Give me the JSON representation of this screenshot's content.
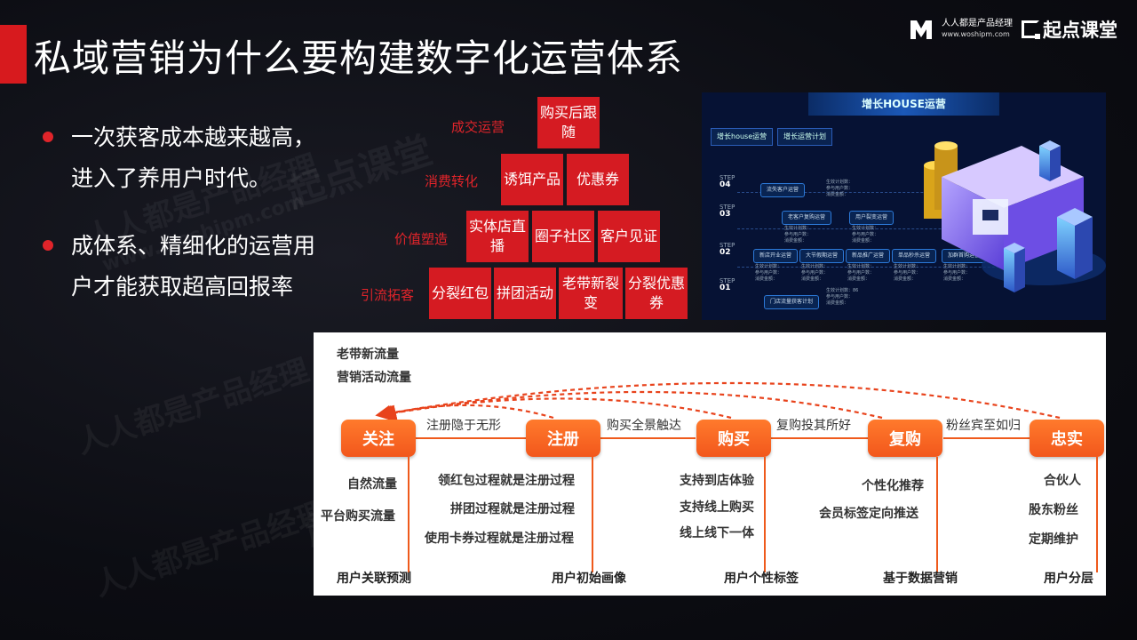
{
  "slide": {
    "title": "私域营销为什么要构建数字化运营体系",
    "logo_text_line1": "人人都是产品经理",
    "logo_text_line2": "www.woshipm.com",
    "qidian_logo": "起点课堂",
    "watermark": "人人都是产品经理",
    "watermark_url": "www.woshipm.com",
    "watermark_qd": "起点课堂"
  },
  "bullets": [
    {
      "line1": "一次获客成本越来越高，",
      "line2": "进入了养用户时代。"
    },
    {
      "line1": "成体系、精细化的运营用",
      "line2": "户才能获取超高回报率"
    }
  ],
  "pyramid": {
    "levels": [
      {
        "label": "成交运营",
        "boxes": [
          "购买后跟随"
        ]
      },
      {
        "label": "消费转化",
        "boxes": [
          "诱饵产品",
          "优惠券"
        ]
      },
      {
        "label": "价值塑造",
        "boxes": [
          "实体店直播",
          "圈子社区",
          "客户见证"
        ]
      },
      {
        "label": "引流拓客",
        "boxes": [
          "分裂红包",
          "拼团活动",
          "老带新裂变",
          "分裂优惠券"
        ]
      }
    ]
  },
  "growth_house": {
    "banner": "增长HOUSE运营",
    "tab1": "增长house运营",
    "tab2": "增长运营计划",
    "step_word": "STEP",
    "steps": [
      "04",
      "03",
      "02",
      "01"
    ],
    "pills": {
      "s4": [
        "流失客户运营"
      ],
      "s3": [
        "老客户复购运营",
        "用户裂变运营"
      ],
      "s2": [
        "新店开业运营",
        "大节假期运营",
        "新品推广运营",
        "单品秒杀运营",
        "加群首购运营"
      ],
      "s1": [
        "门店流量获客计划"
      ]
    },
    "detail_lines": [
      "生效计划数：",
      "参与用户数：",
      "消费金额："
    ],
    "detail_s1": [
      "生效计划数：86",
      "参与用户数：",
      "消费金额："
    ]
  },
  "flow": {
    "top_traffic": [
      "老带新流量",
      "营销活动流量"
    ],
    "stages": [
      "关注",
      "注册",
      "购买",
      "复购",
      "忠实"
    ],
    "edges": [
      "注册隐于无形",
      "购买全景触达",
      "复购投其所好",
      "粉丝宾至如归"
    ],
    "items": {
      "follow": [
        "自然流量",
        "平台购买流量"
      ],
      "register": [
        "领红包过程就是注册过程",
        "拼团过程就是注册过程",
        "使用卡券过程就是注册过程"
      ],
      "buy": [
        "支持到店体验",
        "支持线上购买",
        "线上线下一体"
      ],
      "repurchase": [
        "个性化推荐",
        "会员标签定向推送"
      ],
      "loyal": [
        "合伙人",
        "股东粉丝",
        "定期维护"
      ]
    },
    "bottom": [
      "用户关联预测",
      "用户初始画像",
      "用户个性标签",
      "基于数据营销",
      "用户分层"
    ]
  },
  "colors": {
    "accent_red": "#d51b22",
    "stage_orange": "#f2571c",
    "bg": "#0c0d13"
  }
}
